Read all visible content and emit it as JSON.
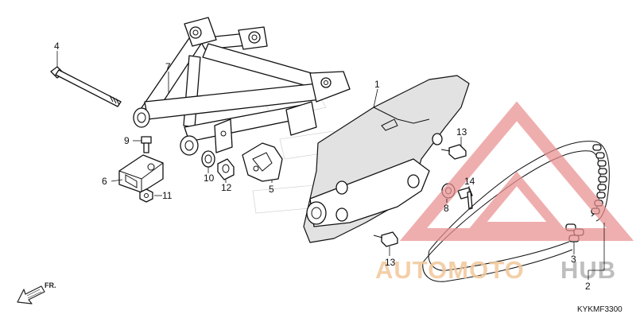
{
  "diagram": {
    "drawing_code": "KYKMF3300",
    "direction_label": "FR.",
    "callouts": {
      "p1": "1",
      "p2": "2",
      "p3": "3",
      "p4": "4",
      "p5": "5",
      "p6": "6",
      "p7": "7",
      "p8": "8",
      "p9": "9",
      "p10": "10",
      "p11": "11",
      "p12": "12",
      "p13a": "13",
      "p13b": "13",
      "p14": "14"
    }
  },
  "watermark": {
    "text_part1": "AUTOMOTO",
    "text_part2": "HUB",
    "color_part1": "#f2c79a",
    "color_part2": "#b3b3b3",
    "triangle_color": "#e98f90"
  }
}
